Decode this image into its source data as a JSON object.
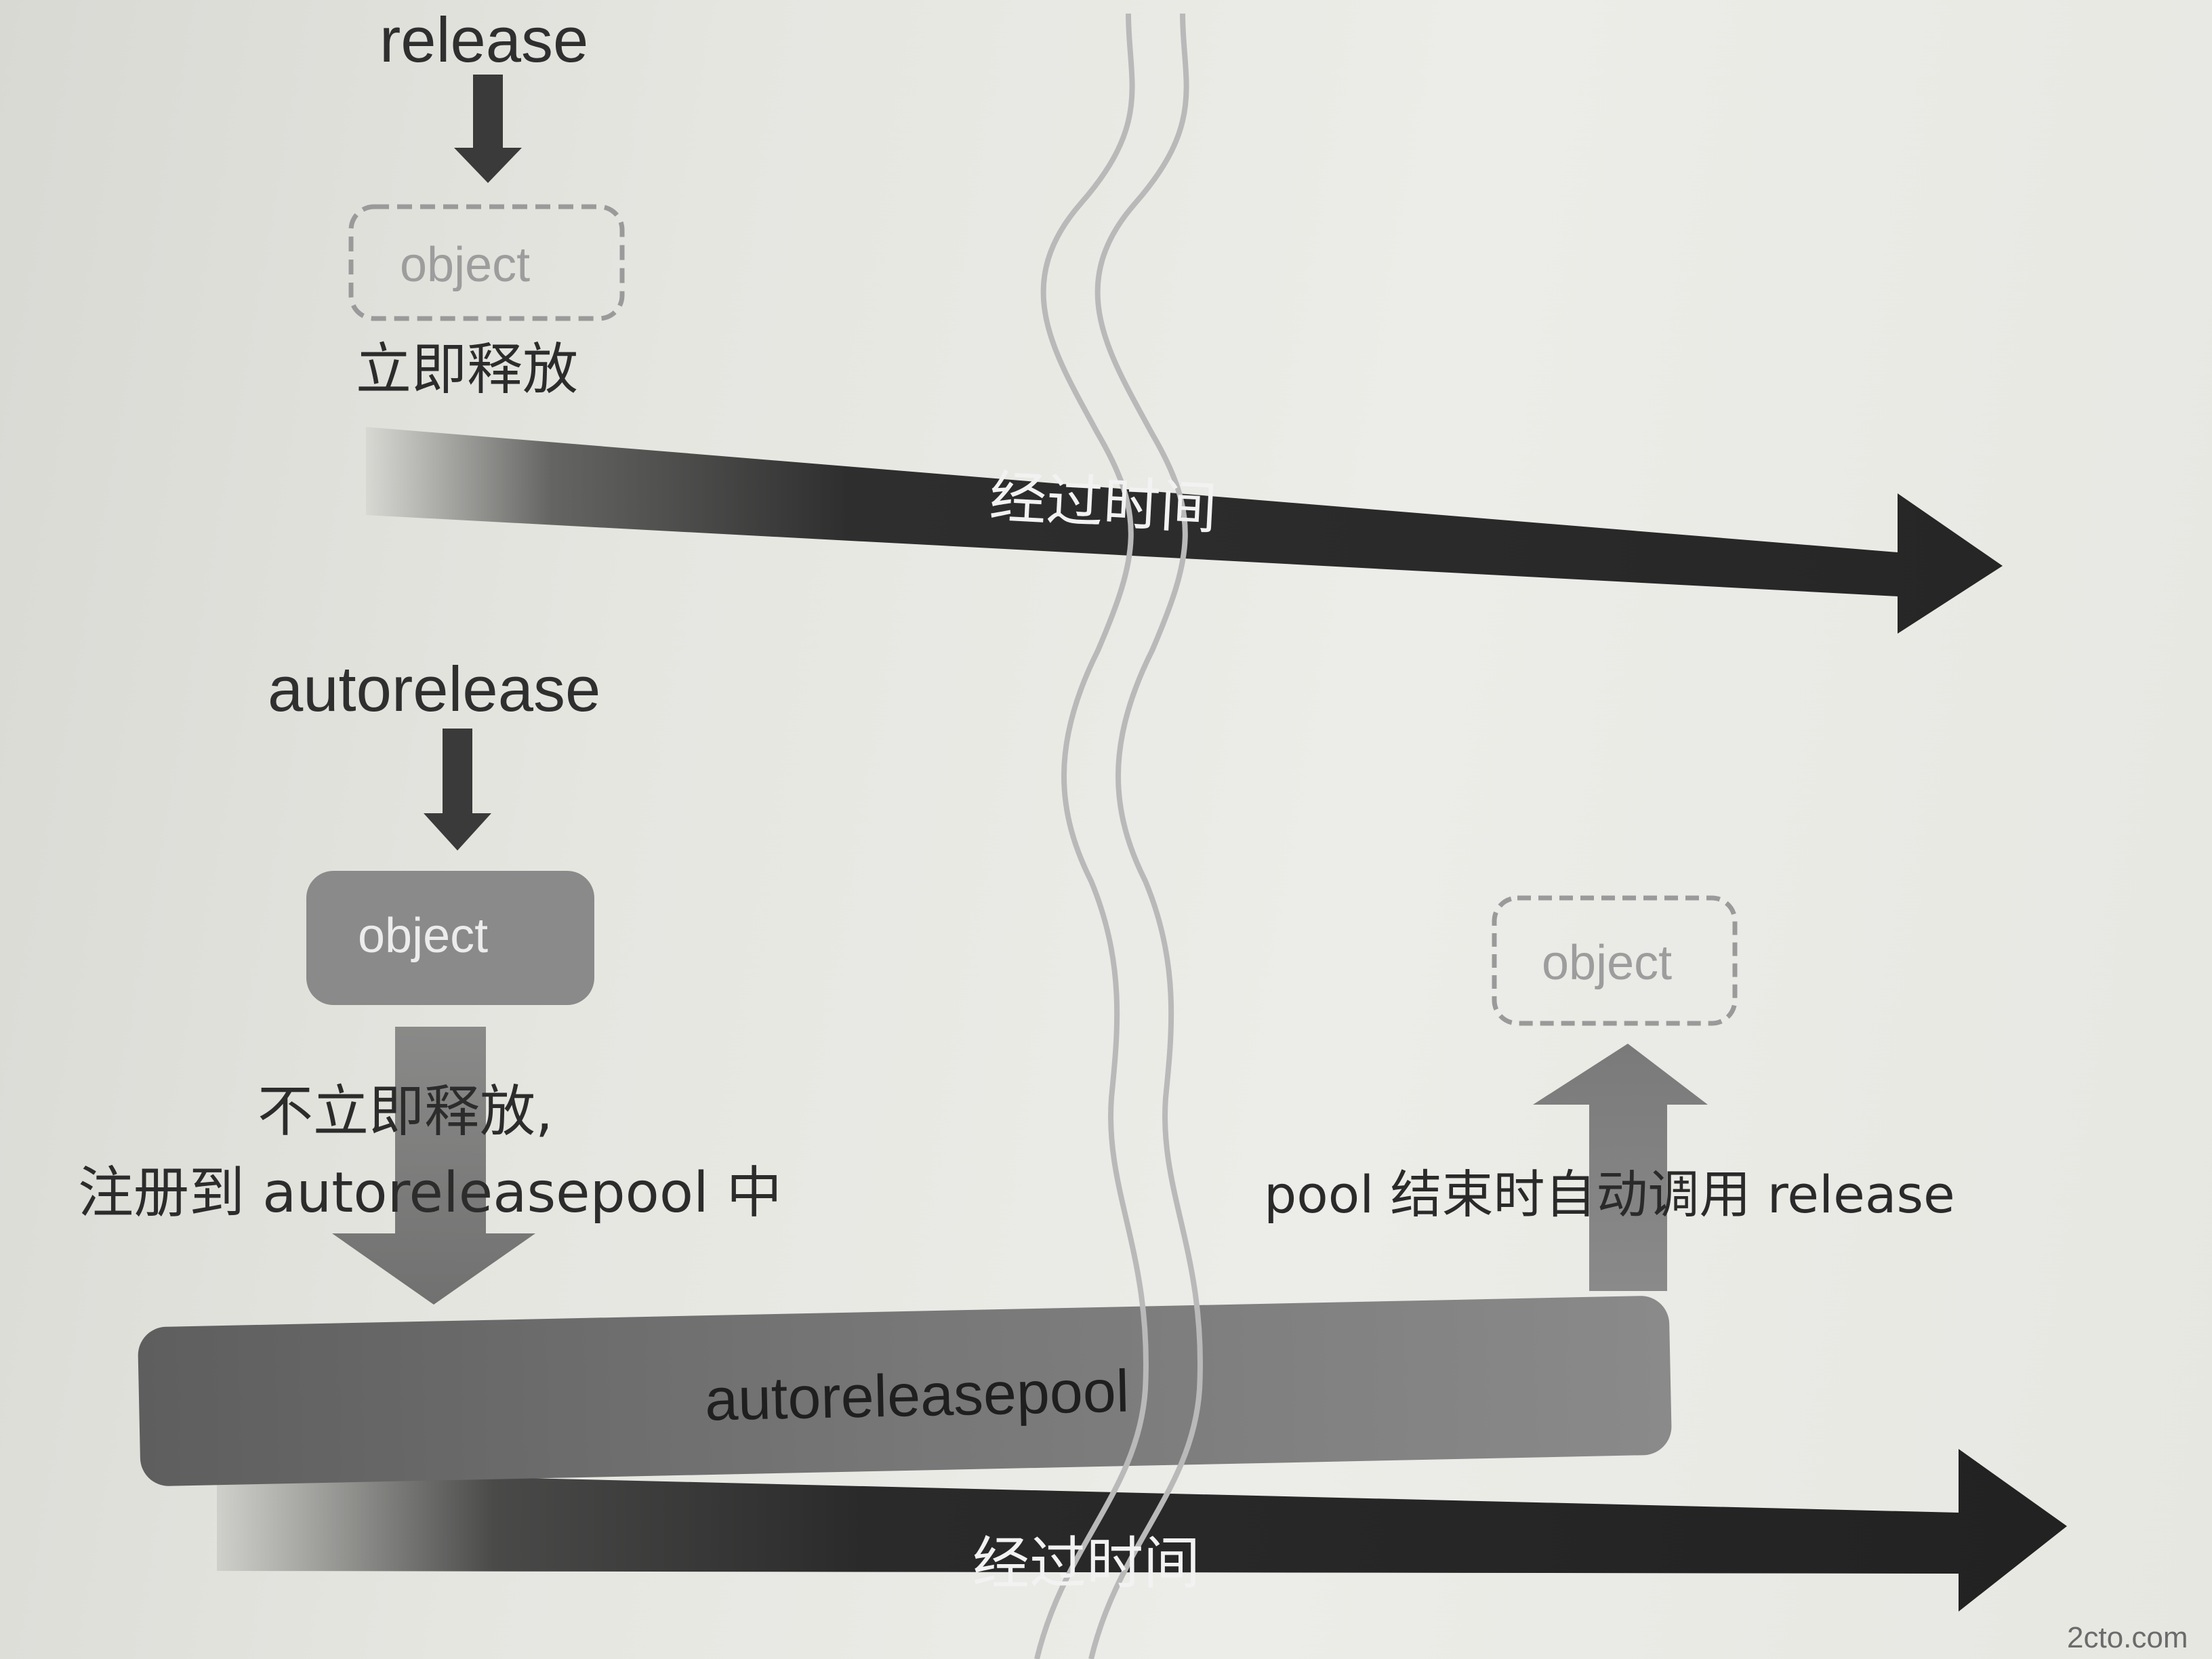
{
  "top": {
    "method_label": "release",
    "object_label": "object",
    "result_label": "立即释放",
    "timeline_label": "经过时间"
  },
  "bottom": {
    "method_label": "autorelease",
    "object_label": "object",
    "register_line1": "不立即释放,",
    "register_line2": "注册到 autoreleasepool 中",
    "pool_label": "autoreleasepool",
    "pool_end_label": "pool 结束时自动调用 release",
    "released_object_label": "object",
    "timeline_label": "经过时间"
  },
  "watermark": "2cto.com",
  "colors": {
    "timeline_dark": "#2e2e2e",
    "arrow_dark": "#3a3a3a",
    "object_fill": "#8a8a8a",
    "pool_fill": "#6e6e6e",
    "dashed_border": "#9a9a9a",
    "wave_line": "#b9b9b9"
  }
}
